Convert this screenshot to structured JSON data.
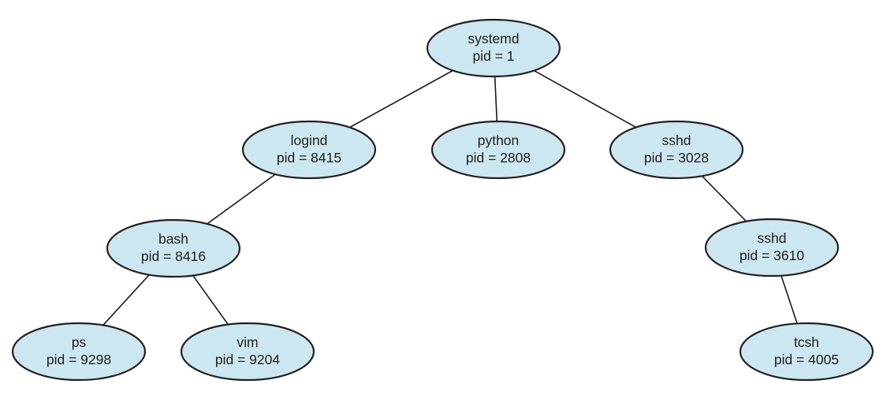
{
  "diagram": {
    "type": "process-tree",
    "root": "systemd"
  },
  "colors": {
    "background": "#ffffff",
    "node_fill": "#cde7f0",
    "node_stroke": "#231f20",
    "edge": "#1a1a1a",
    "text": "#1f1f1f"
  },
  "nodes": [
    {
      "id": "systemd",
      "name": "systemd",
      "pid": 1,
      "pid_label": "pid = 1",
      "parent": null
    },
    {
      "id": "logind",
      "name": "logind",
      "pid": 8415,
      "pid_label": "pid = 8415",
      "parent": "systemd"
    },
    {
      "id": "python",
      "name": "python",
      "pid": 2808,
      "pid_label": "pid = 2808",
      "parent": "systemd"
    },
    {
      "id": "sshd_3028",
      "name": "sshd",
      "pid": 3028,
      "pid_label": "pid = 3028",
      "parent": "systemd"
    },
    {
      "id": "bash",
      "name": "bash",
      "pid": 8416,
      "pid_label": "pid = 8416",
      "parent": "logind"
    },
    {
      "id": "sshd_3610",
      "name": "sshd",
      "pid": 3610,
      "pid_label": "pid = 3610",
      "parent": "sshd_3028"
    },
    {
      "id": "ps",
      "name": "ps",
      "pid": 9298,
      "pid_label": "pid = 9298",
      "parent": "bash"
    },
    {
      "id": "vim",
      "name": "vim",
      "pid": 9204,
      "pid_label": "pid = 9204",
      "parent": "bash"
    },
    {
      "id": "tcsh",
      "name": "tcsh",
      "pid": 4005,
      "pid_label": "pid = 4005",
      "parent": "sshd_3610"
    }
  ],
  "edges": [
    [
      "systemd",
      "logind"
    ],
    [
      "systemd",
      "python"
    ],
    [
      "systemd",
      "sshd_3028"
    ],
    [
      "logind",
      "bash"
    ],
    [
      "bash",
      "ps"
    ],
    [
      "bash",
      "vim"
    ],
    [
      "sshd_3028",
      "sshd_3610"
    ],
    [
      "sshd_3610",
      "tcsh"
    ]
  ]
}
